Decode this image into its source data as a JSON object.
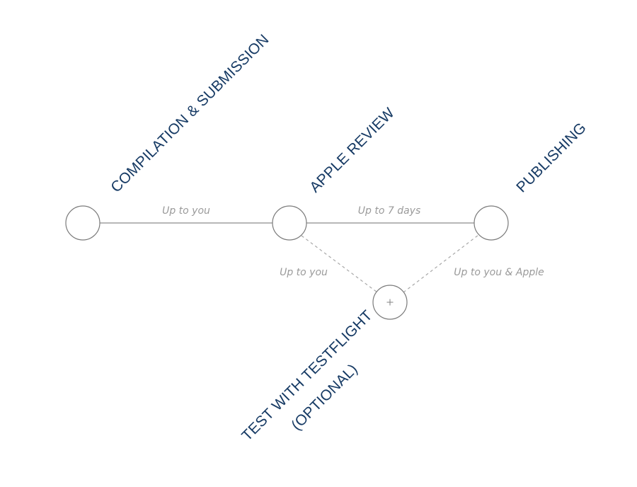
{
  "colors": {
    "stage_label": "#163a64",
    "edge_label": "#9a9a9a",
    "node_stroke": "#7a7a7a",
    "edge_stroke": "#8c8c8c"
  },
  "stages": {
    "compilation": "COMPILATION & SUBMISSION",
    "apple_review": "APPLE REVIEW",
    "publishing": "PUBLISHING",
    "testflight_line1": "TEST  WITH TESTFLIGHT",
    "testflight_line2": "(OPTIONAL)"
  },
  "edges": {
    "compilation_to_review": "Up to you",
    "review_to_publishing": "Up to 7 days",
    "review_to_testflight": "Up to you",
    "testflight_to_publishing": "Up to you & Apple"
  },
  "icons": {
    "testflight_node": "plus-icon"
  }
}
